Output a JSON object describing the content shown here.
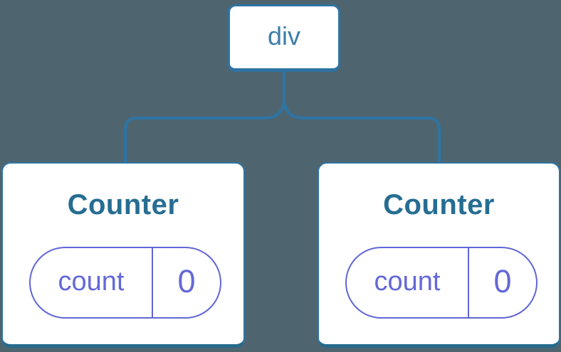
{
  "diagram": {
    "description": "React component tree diagram: a div parent with two independent Counter children, each with its own count state",
    "root": {
      "label": "div"
    },
    "children": [
      {
        "title": "Counter",
        "state": [
          {
            "name": "count",
            "value": "0"
          }
        ]
      },
      {
        "title": "Counter",
        "state": [
          {
            "name": "count",
            "value": "0"
          }
        ]
      }
    ],
    "colors": {
      "background": "#4e6570",
      "connector": "#2e74a3",
      "node_border": "#2e74a3",
      "root_label_text": "#3d7ea8",
      "card_title_text": "#266d92",
      "card_background": "#ffffff",
      "state_accent": "#6166d6"
    }
  }
}
